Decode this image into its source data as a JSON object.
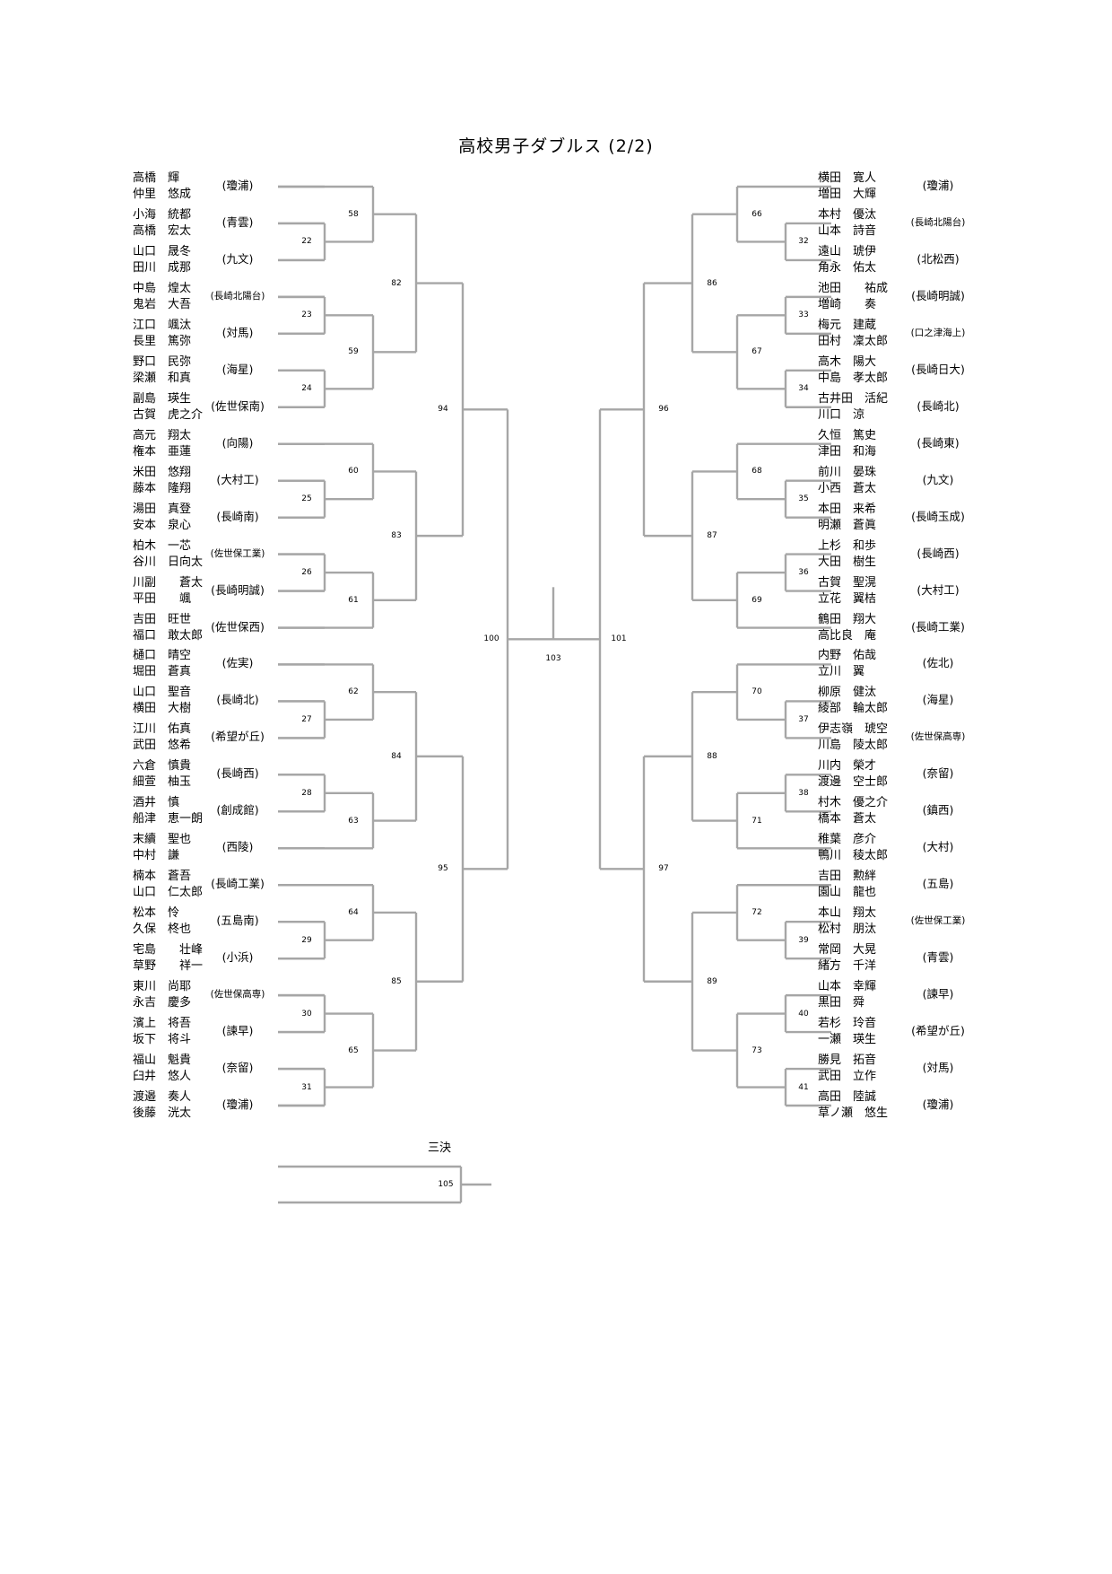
{
  "title": "高校男子ダブルス (2/2)",
  "third_place_label": "三決",
  "left_entries": [
    {
      "p1": "高橋　輝",
      "p2": "仲里　悠成",
      "school": "(瓊浦)"
    },
    {
      "p1": "小海　統都",
      "p2": "高橋　宏太",
      "school": "(青雲)"
    },
    {
      "p1": "山口　晟冬",
      "p2": "田川　成那",
      "school": "(九文)"
    },
    {
      "p1": "中島　煌太",
      "p2": "鬼岩　大吾",
      "school": "(長崎北陽台)"
    },
    {
      "p1": "江口　颯汰",
      "p2": "長里　篤弥",
      "school": "(対馬)"
    },
    {
      "p1": "野口　民弥",
      "p2": "梁瀬　和真",
      "school": "(海星)"
    },
    {
      "p1": "副島　瑛生",
      "p2": "古賀　虎之介",
      "school": "(佐世保南)"
    },
    {
      "p1": "高元　翔太",
      "p2": "権本　亜蓮",
      "school": "(向陽)"
    },
    {
      "p1": "米田　悠翔",
      "p2": "藤本　隆翔",
      "school": "(大村工)"
    },
    {
      "p1": "湯田　真登",
      "p2": "安本　泉心",
      "school": "(長崎南)"
    },
    {
      "p1": "柏木　一芯",
      "p2": "谷川　日向太",
      "school": "(佐世保工業)"
    },
    {
      "p1": "川副　　蒼太",
      "p2": "平田　　颯",
      "school": "(長崎明誠)"
    },
    {
      "p1": "吉田　旺世",
      "p2": "福口　敢太郎",
      "school": "(佐世保西)"
    },
    {
      "p1": "樋口　晴空",
      "p2": "堀田　蒼真",
      "school": "(佐実)"
    },
    {
      "p1": "山口　聖音",
      "p2": "横田　大樹",
      "school": "(長崎北)"
    },
    {
      "p1": "江川　佑真",
      "p2": "武田　悠希",
      "school": "(希望が丘)"
    },
    {
      "p1": "六倉　慎貴",
      "p2": "細萱　柚玉",
      "school": "(長崎西)"
    },
    {
      "p1": "酒井　慎",
      "p2": "船津　恵一朗",
      "school": "(創成館)"
    },
    {
      "p1": "末續　聖也",
      "p2": "中村　謙",
      "school": "(西陵)"
    },
    {
      "p1": "楠本　蒼吾",
      "p2": "山口　仁太郎",
      "school": "(長崎工業)"
    },
    {
      "p1": "松本　怜",
      "p2": "久保　柊也",
      "school": "(五島南)"
    },
    {
      "p1": "宅島　　壮峰",
      "p2": "草野　　祥一",
      "school": "(小浜)"
    },
    {
      "p1": "東川　尚耶",
      "p2": "永吉　慶多",
      "school": "(佐世保高専)"
    },
    {
      "p1": "濱上　将吾",
      "p2": "坂下　将斗",
      "school": "(諫早)"
    },
    {
      "p1": "福山　魁貴",
      "p2": "臼井　悠人",
      "school": "(奈留)"
    },
    {
      "p1": "渡邉　奏人",
      "p2": "後藤　洸太",
      "school": "(瓊浦)"
    }
  ],
  "right_entries": [
    {
      "p1": "横田　寛人",
      "p2": "増田　大輝",
      "school": "(瓊浦)"
    },
    {
      "p1": "本村　優汰",
      "p2": "山本　詩音",
      "school": "(長崎北陽台)"
    },
    {
      "p1": "遠山　琥伊",
      "p2": "角永　佑太",
      "school": "(北松西)"
    },
    {
      "p1": "池田　　祐成",
      "p2": "増崎　　奏",
      "school": "(長崎明誠)"
    },
    {
      "p1": "梅元　建蔵",
      "p2": "田村　凜太郎",
      "school": "(口之津海上)"
    },
    {
      "p1": "高木　陽大",
      "p2": "中島　孝太郎",
      "school": "(長崎日大)"
    },
    {
      "p1": "古井田　活紀",
      "p2": "川口　涼",
      "school": "(長崎北)"
    },
    {
      "p1": "久恒　篤史",
      "p2": "津田　和海",
      "school": "(長崎東)"
    },
    {
      "p1": "前川　晏珠",
      "p2": "小西　蒼太",
      "school": "(九文)"
    },
    {
      "p1": "本田　来希",
      "p2": "明瀬　蒼眞",
      "school": "(長崎玉成)"
    },
    {
      "p1": "上杉　和歩",
      "p2": "大田　樹生",
      "school": "(長崎西)"
    },
    {
      "p1": "古賀　聖滉",
      "p2": "立花　翼桔",
      "school": "(大村工)"
    },
    {
      "p1": "鶴田　翔大",
      "p2": "高比良　庵",
      "school": "(長崎工業)"
    },
    {
      "p1": "内野　佑哉",
      "p2": "立川　翼",
      "school": "(佐北)"
    },
    {
      "p1": "柳原　健汰",
      "p2": "綾部　輪太郎",
      "school": "(海星)"
    },
    {
      "p1": "伊志嶺　琥空",
      "p2": "川島　陵太郎",
      "school": "(佐世保高専)"
    },
    {
      "p1": "川内　榮才",
      "p2": "渡邊　空士郎",
      "school": "(奈留)"
    },
    {
      "p1": "村木　優之介",
      "p2": "橋本　蒼太",
      "school": "(鎮西)"
    },
    {
      "p1": "稚葉　彦介",
      "p2": "鴨川　稜太郎",
      "school": "(大村)"
    },
    {
      "p1": "吉田　勲絆",
      "p2": "園山　龍也",
      "school": "(五島)"
    },
    {
      "p1": "本山　翔太",
      "p2": "松村　朋汰",
      "school": "(佐世保工業)"
    },
    {
      "p1": "常岡　大晃",
      "p2": "緒方　千洋",
      "school": "(青雲)"
    },
    {
      "p1": "山本　幸輝",
      "p2": "黒田　舜",
      "school": "(諫早)"
    },
    {
      "p1": "若杉　玲音",
      "p2": "一瀬　瑛生",
      "school": "(希望が丘)"
    },
    {
      "p1": "勝見　拓音",
      "p2": "武田　立作",
      "school": "(対馬)"
    },
    {
      "p1": "高田　陸誠",
      "p2": "草ノ瀬　悠生",
      "school": "(瓊浦)"
    }
  ],
  "left_matches": {
    "r1": [
      "22",
      "23",
      "24",
      "25",
      "26",
      "27",
      "28",
      "29",
      "30",
      "31"
    ],
    "r2": [
      "58",
      "59",
      "60",
      "61",
      "62",
      "63",
      "64",
      "65"
    ],
    "r3": [
      "82",
      "83",
      "84",
      "85"
    ],
    "r4": [
      "94",
      "95"
    ],
    "semi": "100"
  },
  "right_matches": {
    "r1": [
      "32",
      "33",
      "34",
      "35",
      "36",
      "37",
      "38",
      "39",
      "40",
      "41"
    ],
    "r2": [
      "66",
      "67",
      "68",
      "69",
      "70",
      "71",
      "72",
      "73"
    ],
    "r3": [
      "86",
      "87",
      "88",
      "89"
    ],
    "r4": [
      "96",
      "97"
    ],
    "semi": "101"
  },
  "final_match": "103",
  "third_place_match": "105",
  "line_color": "#a6a6a6"
}
